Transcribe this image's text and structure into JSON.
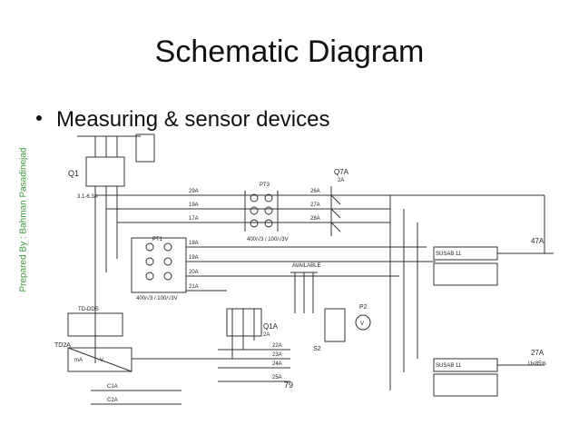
{
  "slide": {
    "title": "Schematic Diagram",
    "bullet": "Measuring & sensor devices",
    "watermark": "Prepared By : Bahman Pasadinejad",
    "page_number": "79"
  },
  "diagram": {
    "labels": {
      "q1": "Q1",
      "q7a": "Q7A",
      "q7a_sub": "2A",
      "pt3": "PT3",
      "pt1": "PT1",
      "q1a": "Q1A",
      "q1a_sub": "2A",
      "p2": "P2",
      "s2": "S2",
      "td2a": "TD2A",
      "td_block": "TD-DDS",
      "r47a": "47A",
      "r27a": "27A",
      "r27a_set": "U<85%",
      "available": "AVAILABLE",
      "v_symbol": "V",
      "ma": "mA",
      "q1_spec": "3.1-6.3A",
      "pt_spec": "400/√3 / 100/√3V",
      "relay_code": "SUSAB 11"
    },
    "wire_labels": [
      "29A",
      "19A",
      "17A",
      "18A",
      "19A",
      "20A",
      "21A",
      "22A",
      "23A",
      "24A",
      "25A",
      "26A",
      "27A",
      "28A",
      "C1A",
      "C2A"
    ]
  }
}
